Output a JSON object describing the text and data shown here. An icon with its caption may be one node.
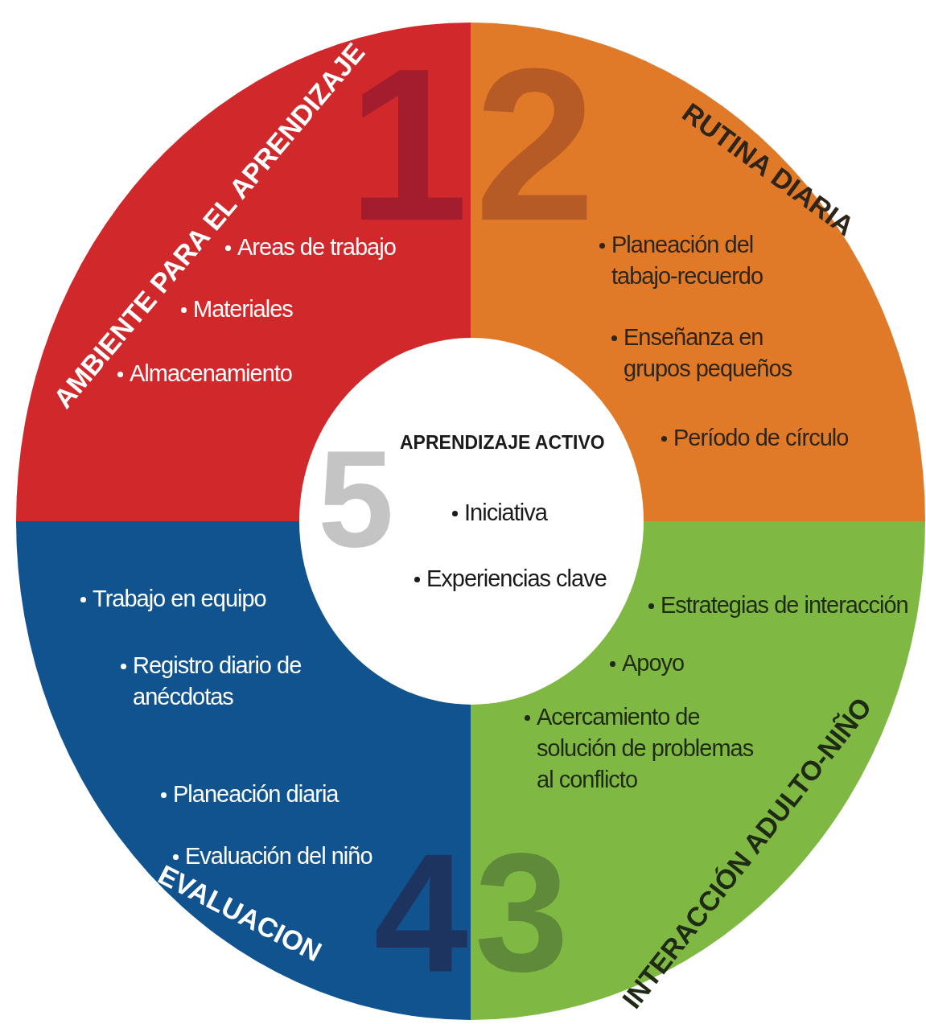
{
  "diagram": {
    "nodes": [
      {
        "text": [
          "1",
          "AMBIENTE PARA EL APRENDIZAJE",
          "Areas de trabajo",
          "Materiales",
          "Almacenamiento"
        ]
      },
      {
        "text": [
          "2",
          "RUTINA DIARIA",
          "Planeación del tabajo-recuerdo",
          "Enseñanza en grupos pequeños",
          "Período de círculo"
        ]
      },
      {
        "text": [
          "5",
          "APRENDIZAJE ACTIVO",
          "Iniciativa",
          "Experiencias clave"
        ]
      },
      {
        "text": [
          "4",
          "EVALUACION",
          "Trabajo en equipo",
          "Registro diario de anécdotas",
          "Planeación diaria",
          "Evaluación del niño"
        ]
      },
      {
        "text": [
          "3",
          "INTERACCIÓN ADULTO-NIÑO",
          "Estrategias de interacción",
          "Apoyo",
          "Acercamiento de solución de problemas al conflicto"
        ]
      }
    ]
  }
}
